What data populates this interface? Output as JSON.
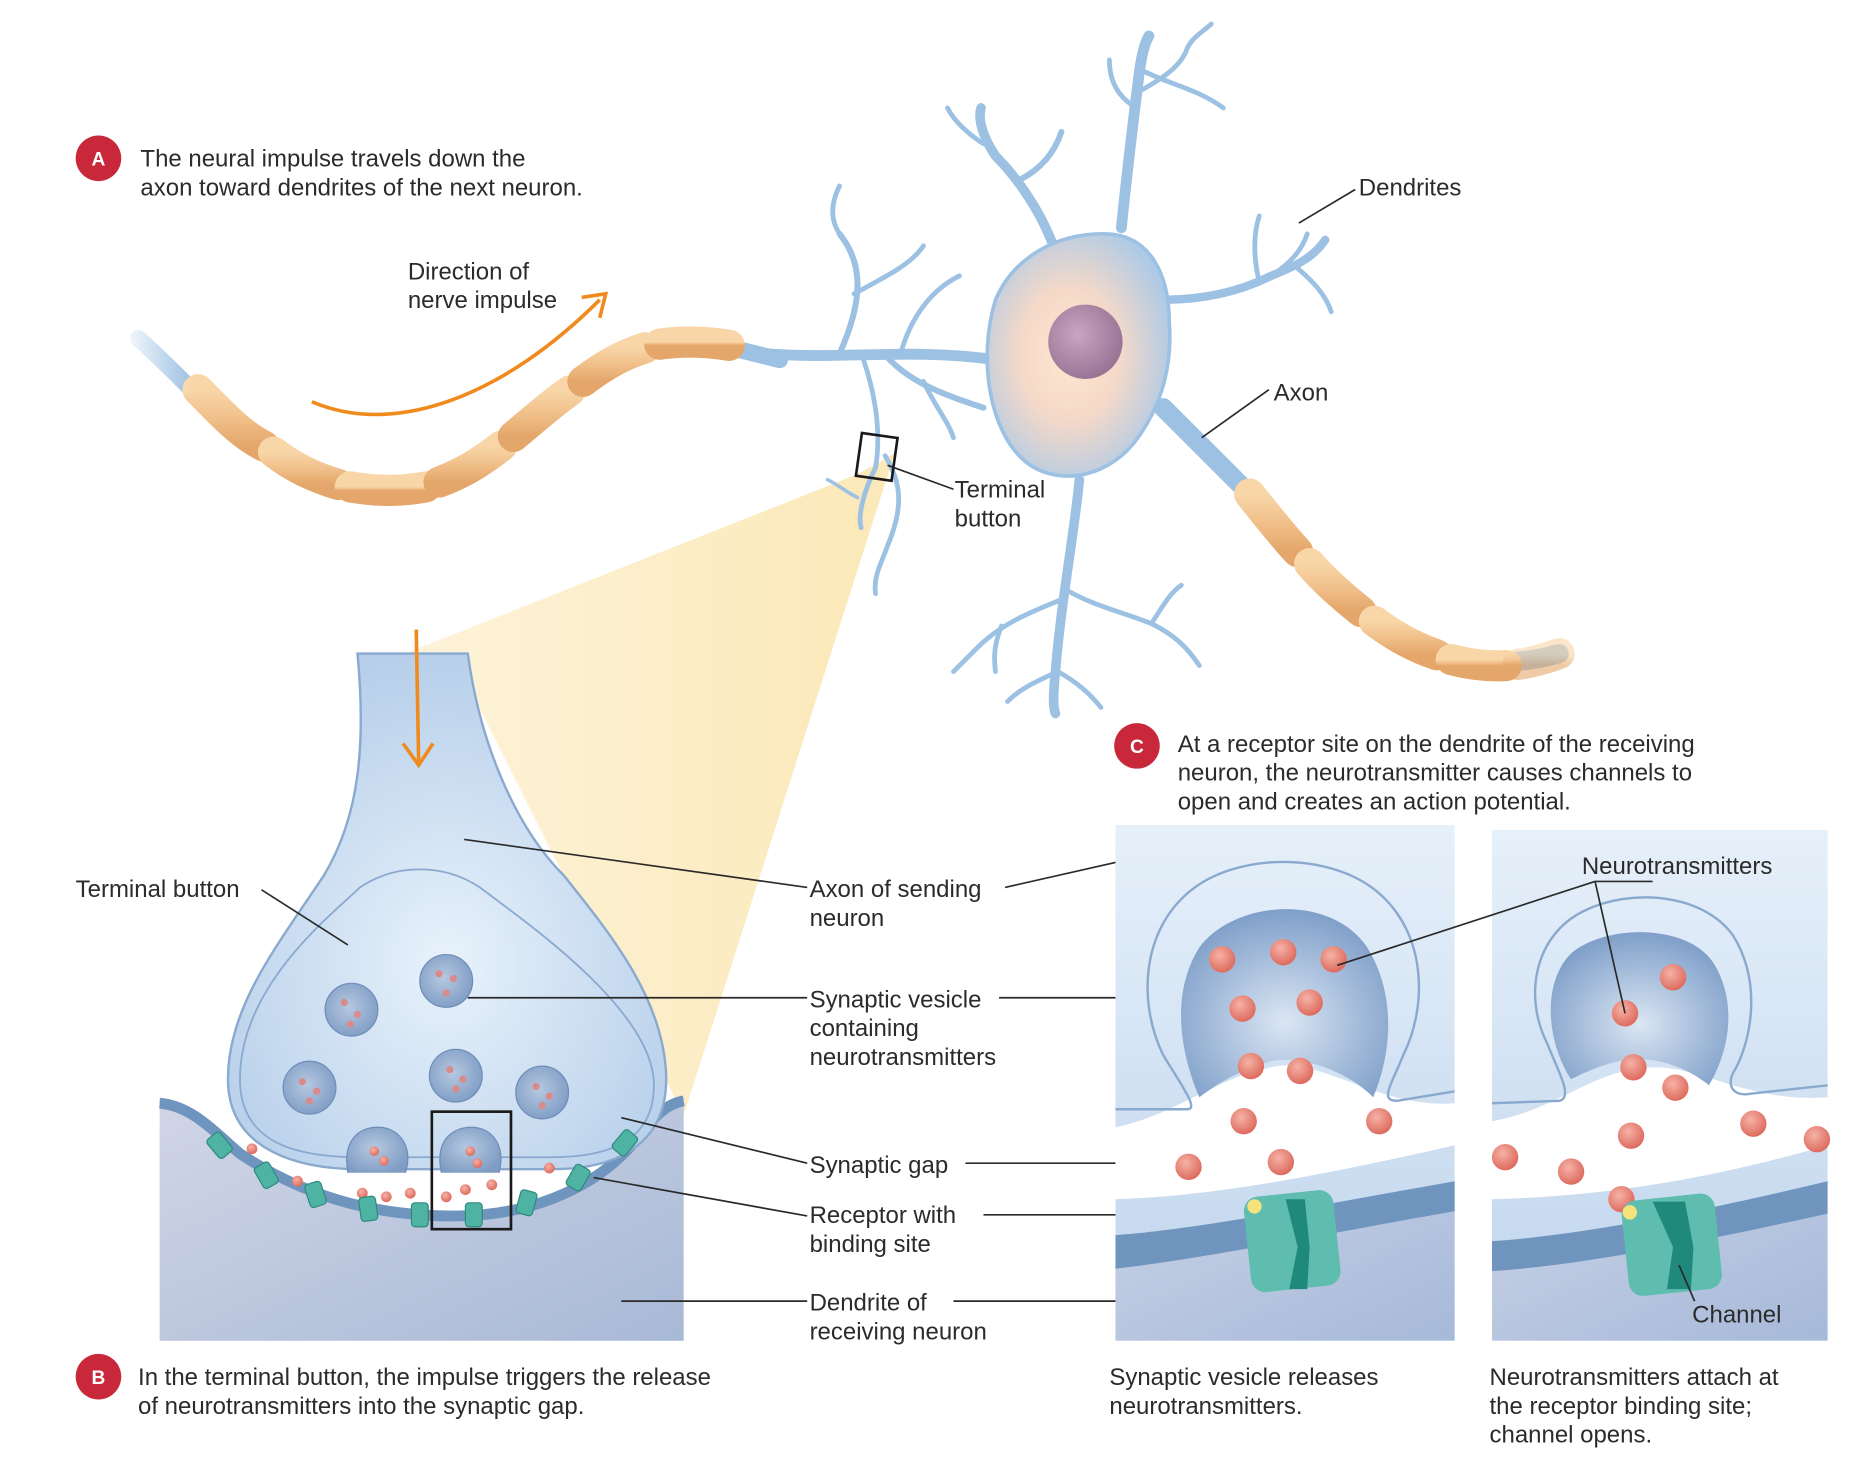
{
  "figure": {
    "colors": {
      "badge": "#c8283a",
      "neuron_blue": "#a8c8e8",
      "myelin": "#f1c48f",
      "neurotransmitter": "#e8776b",
      "receptor": "#4fb3a4",
      "highlight_cone": "#fbe9b8",
      "impulse_arrow": "#f08a1d"
    }
  },
  "panel_a": {
    "badge": "A",
    "caption_lines": [
      "The neural impulse travels down the",
      "axon toward dendrites of the next neuron."
    ],
    "direction_label": [
      "Direction of",
      "nerve impulse"
    ],
    "labels": {
      "dendrites": "Dendrites",
      "axon": "Axon",
      "terminal_button": [
        "Terminal",
        "button"
      ]
    }
  },
  "panel_b": {
    "badge": "B",
    "caption_lines": [
      "In the terminal button, the impulse triggers the release",
      "of neurotransmitters into the synaptic gap."
    ],
    "terminal_button_label": "Terminal button",
    "center_labels": {
      "axon_sending": [
        "Axon of sending",
        "neuron"
      ],
      "synaptic_vesicle": [
        "Synaptic vesicle",
        "containing",
        "neurotransmitters"
      ],
      "synaptic_gap": "Synaptic gap",
      "receptor": [
        "Receptor with",
        "binding site"
      ],
      "dendrite_receiving": [
        "Dendrite of",
        "receiving neuron"
      ]
    }
  },
  "panel_c": {
    "badge": "C",
    "caption_lines": [
      "At a receptor site on the dendrite of the receiving",
      "neuron, the neurotransmitter causes channels to",
      "open and creates an action potential."
    ],
    "neurotransmitters_label": "Neurotransmitters",
    "channel_label": "Channel",
    "sub_captions": {
      "left": [
        "Synaptic vesicle releases",
        "neurotransmitters."
      ],
      "right": [
        "Neurotransmitters attach at",
        "the receptor binding site;",
        "channel opens."
      ]
    }
  }
}
